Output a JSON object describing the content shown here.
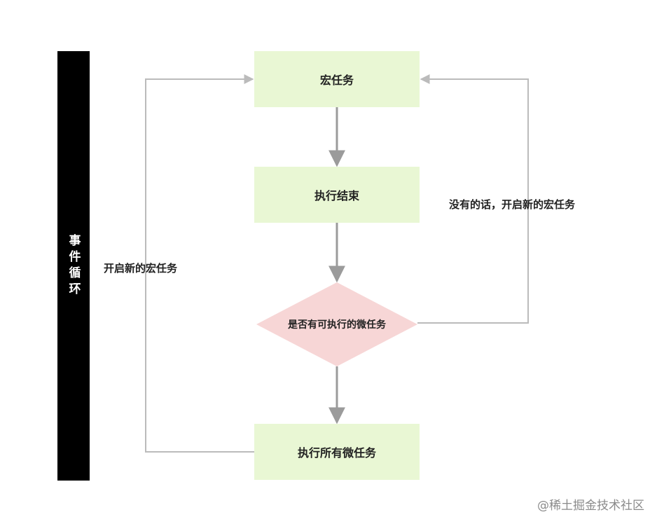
{
  "sidebar": {
    "label": "事件循环",
    "color": "#000000"
  },
  "nodes": {
    "macro_task": "宏任务",
    "exec_end": "执行结束",
    "decision": "是否有可执行的微任务",
    "exec_all_micro": "执行所有微任务"
  },
  "edges": {
    "left_loop_label": "开启新的宏任务",
    "right_loop_label": "没有的话，开启新的宏任务"
  },
  "colors": {
    "task_box": "#e9f7d4",
    "decision": "#f7d6d6",
    "arrow_main": "#9b9b9b",
    "arrow_loop": "#bbbbbb"
  },
  "watermark": "@稀土掘金技术社区"
}
